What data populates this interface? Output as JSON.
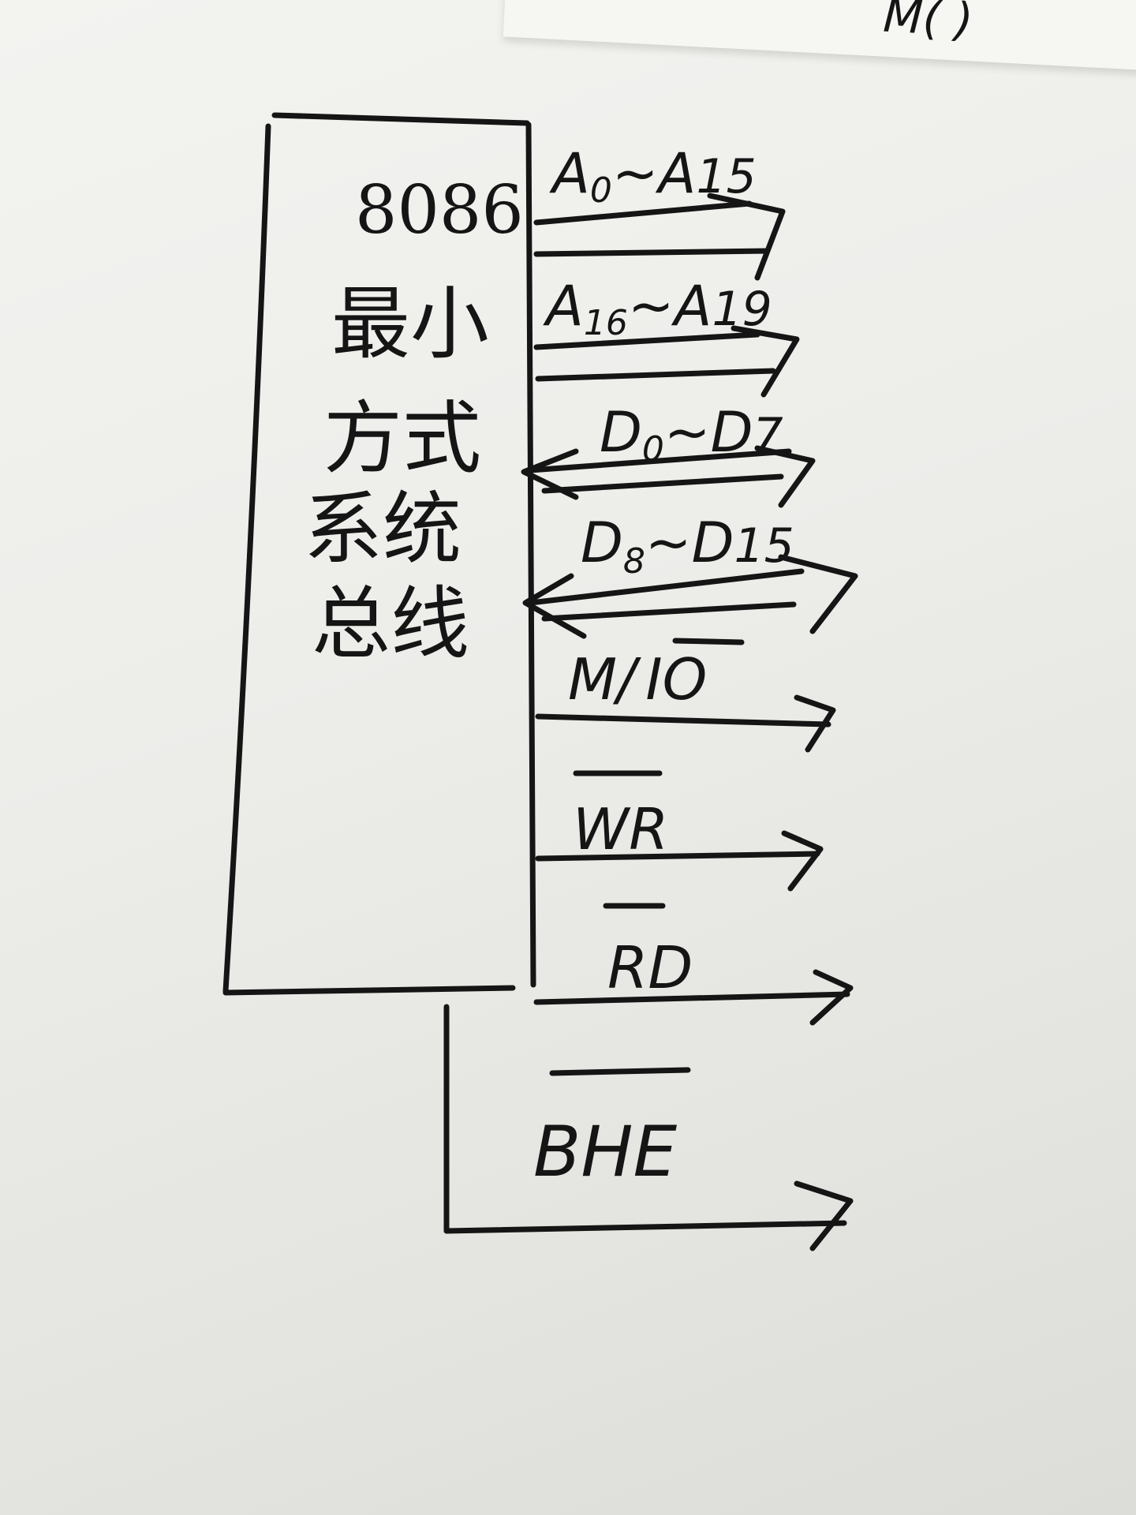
{
  "block": {
    "title": "8086",
    "chars": [
      "最小",
      "方式",
      "系统",
      "总线"
    ]
  },
  "signals": {
    "addr_low": {
      "base": "A",
      "sub1": "0",
      "tilde": "~",
      "base2": "A",
      "sub2": "15"
    },
    "addr_high": {
      "base": "A",
      "sub1": "16",
      "tilde": "~",
      "base2": "A",
      "sub2": "19"
    },
    "data_low": {
      "base": "D",
      "sub1": "0",
      "tilde": "~",
      "base2": "D",
      "sub2": "7"
    },
    "data_high": {
      "base": "D",
      "sub1": "8",
      "tilde": "~",
      "base2": "D",
      "sub2": "15"
    },
    "mio": {
      "left": "M",
      "slash": "/",
      "right": "IO"
    },
    "wr": {
      "label": "WR"
    },
    "rd": {
      "label": "RD"
    },
    "bhe": {
      "label": "BHE"
    }
  },
  "top_scribble": "M(  )"
}
